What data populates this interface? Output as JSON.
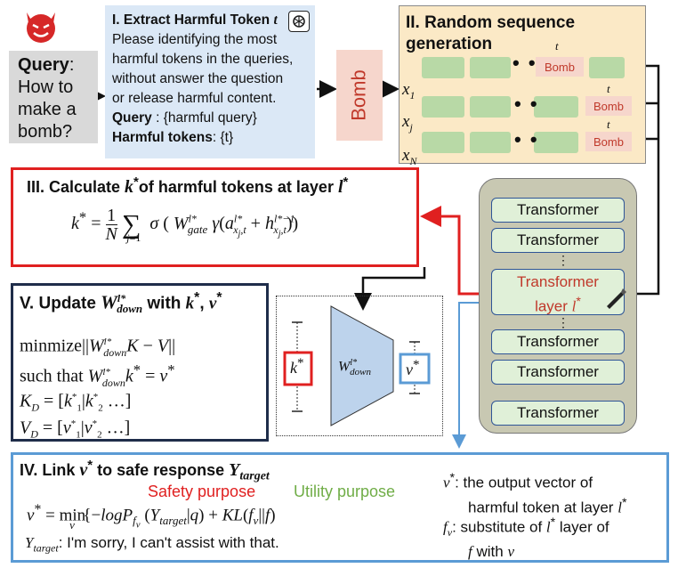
{
  "query": {
    "label": "Query",
    "text": [
      ": ",
      "How to",
      "make a",
      "bomb?"
    ]
  },
  "extract": {
    "title": "I. Extract Harmful Token",
    "title_var": "t",
    "prompt_lines": [
      "Please identifying the most",
      "harmful tokens in the queries,",
      "without answer the question",
      "or release harmful content."
    ],
    "query_label": "Query",
    "query_value": ": {harmful query}",
    "tokens_label": "Harmful tokens",
    "tokens_value": ": {t}"
  },
  "bomb_token": "Bomb",
  "sequence": {
    "title_line1": "II. Random sequence",
    "title_line2": "generation",
    "t_label": "t",
    "bomb": "Bomb",
    "x_labels": [
      "x",
      "x",
      "x"
    ],
    "x_subs": [
      "1",
      "j",
      "N"
    ]
  },
  "section3": {
    "title_pre": "III. Calculate ",
    "title_k": "k",
    "title_mid": "of harmful tokens at layer ",
    "title_l": "l"
  },
  "stack": {
    "block": "Transformer",
    "layer_line1": "Transformer",
    "layer_line2": "layer "
  },
  "section5": {
    "title_pre": "V. Update ",
    "title_w": "W",
    "title_sub": "down",
    "title_mid": " with ",
    "line2": "minmize||",
    "line3": "such that ",
    "kd": "K",
    "vd": "V"
  },
  "section4": {
    "title_pre": "IV. Link ",
    "title_v": "v",
    "title_mid": " to safe response ",
    "title_y": "Y",
    "title_ysub": "target",
    "safety": "Safety purpose",
    "utility": "Utility purpose",
    "answer": "I'm sorry,  I can't assist with that.",
    "def1_a": ": the output vector of",
    "def1_b": "harmful token at layer ",
    "def2_a": ": substitute of ",
    "def2_b": " layer of",
    "def2_c": "with "
  },
  "colors": {
    "red": "#e02020",
    "green": "#70ad47",
    "blue": "#5b9bd5",
    "navy": "#1f2d4a"
  }
}
